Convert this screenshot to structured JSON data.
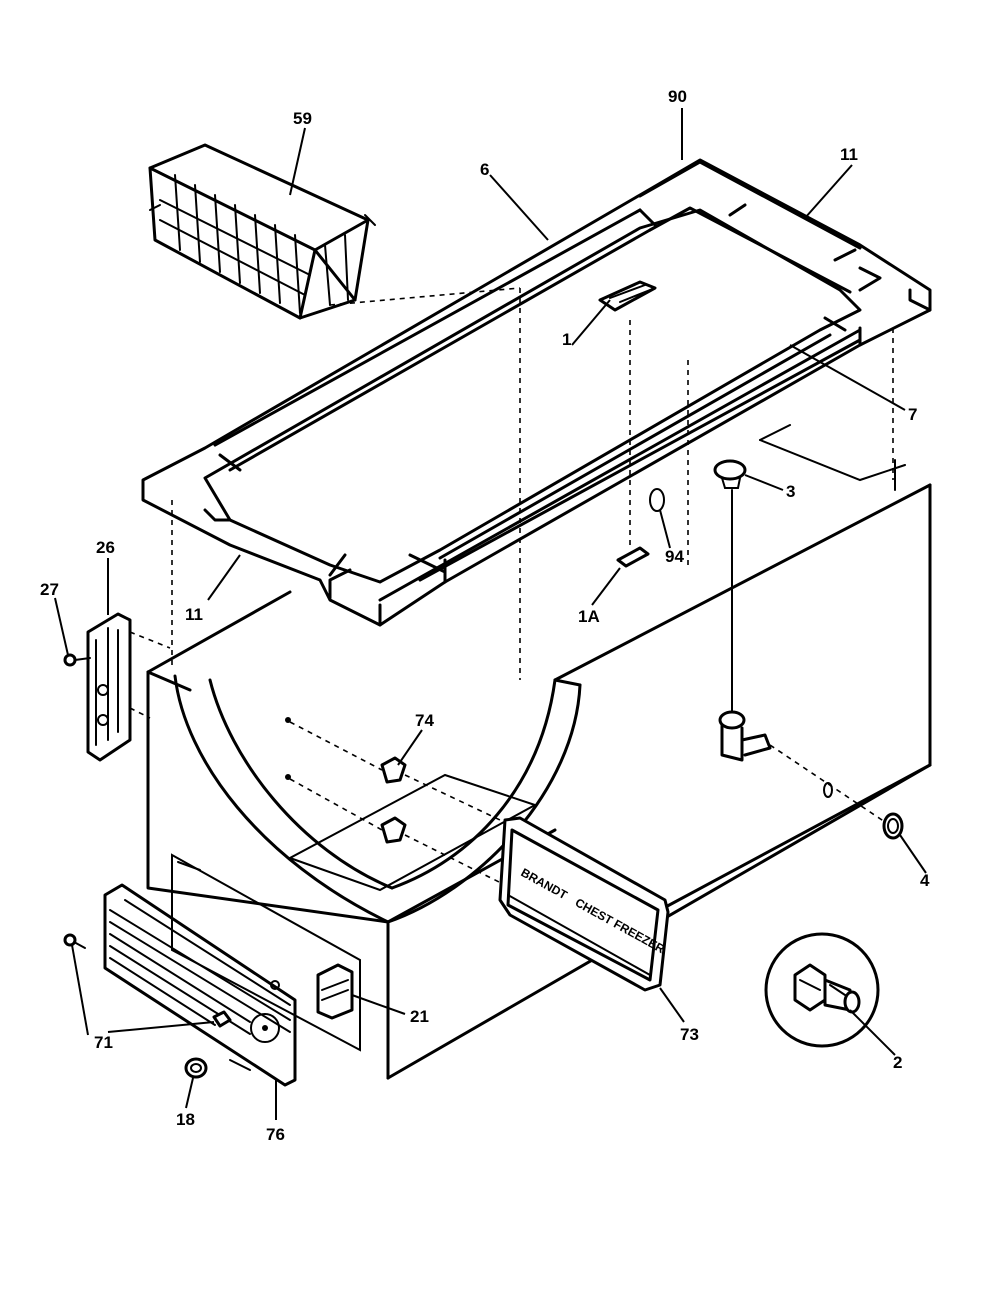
{
  "diagram": {
    "callouts": {
      "c90": "90",
      "c11_top": "11",
      "c6": "6",
      "c59": "59",
      "c1": "1",
      "c7": "7",
      "c3": "3",
      "c94": "94",
      "c1A": "1A",
      "c26": "26",
      "c27": "27",
      "c11_left": "11",
      "c74": "74",
      "c4": "4",
      "c21": "21",
      "c73": "73",
      "c2": "2",
      "c71": "71",
      "c18": "18",
      "c76": "76"
    },
    "nameplate": {
      "line1": "BRANDT",
      "line2": "CHEST FREEZER"
    }
  }
}
